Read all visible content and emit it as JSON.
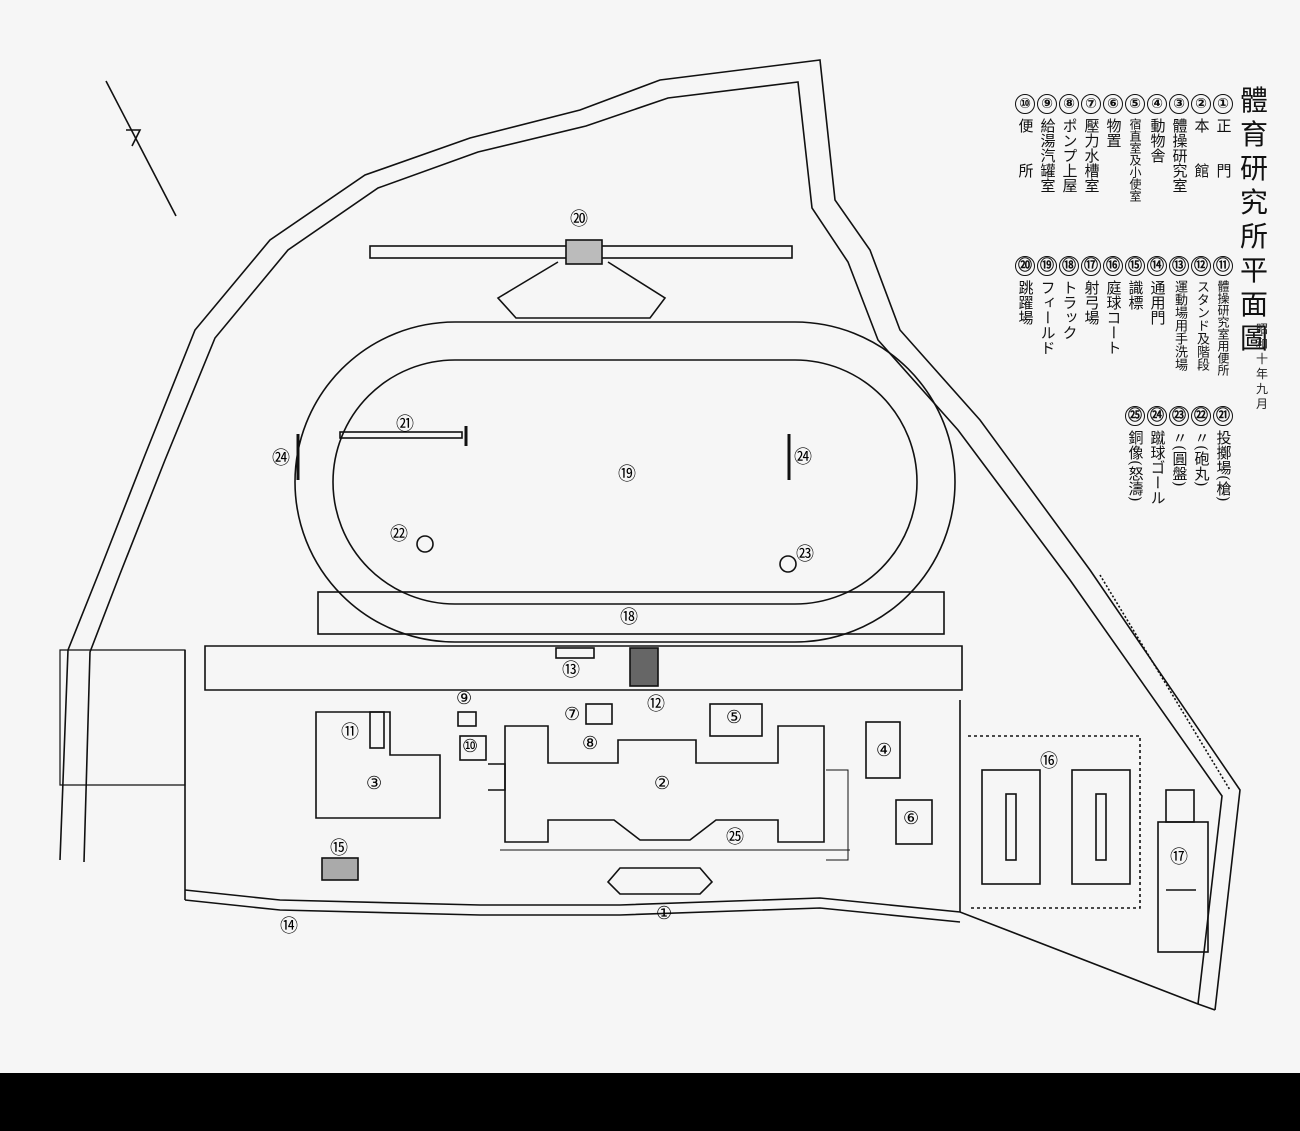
{
  "map": {
    "title": "體育研究所平面圖",
    "date": "昭和十年九月",
    "legend": [
      {
        "num": "①",
        "label": "正　　門"
      },
      {
        "num": "②",
        "label": "本　　館"
      },
      {
        "num": "③",
        "label": "體操研究室"
      },
      {
        "num": "④",
        "label": "動物舎"
      },
      {
        "num": "⑤",
        "label": "宿直室及小使室"
      },
      {
        "num": "⑥",
        "label": "物置"
      },
      {
        "num": "⑦",
        "label": "壓力水槽室"
      },
      {
        "num": "⑧",
        "label": "ポンプ上屋"
      },
      {
        "num": "⑨",
        "label": "給湯汽罐室"
      },
      {
        "num": "⑩",
        "label": "便　　所"
      },
      {
        "num": "⑪",
        "label": "體操研究室用便所"
      },
      {
        "num": "⑫",
        "label": "スタンド及階段"
      },
      {
        "num": "⑬",
        "label": "運動場用手洗場"
      },
      {
        "num": "⑭",
        "label": "通用門"
      },
      {
        "num": "⑮",
        "label": "識標"
      },
      {
        "num": "⑯",
        "label": "庭球コート"
      },
      {
        "num": "⑰",
        "label": "射弓場"
      },
      {
        "num": "⑱",
        "label": "トラック"
      },
      {
        "num": "⑲",
        "label": "フィールド"
      },
      {
        "num": "⑳",
        "label": "跳躍場"
      },
      {
        "num": "㉑",
        "label": "投擲場(槍)"
      },
      {
        "num": "㉒",
        "label": "〃(砲丸)"
      },
      {
        "num": "㉓",
        "label": "〃(圓盤)"
      },
      {
        "num": "㉔",
        "label": "蹴球ゴール"
      },
      {
        "num": "㉕",
        "label": "銅像(怒濤)"
      }
    ],
    "markers": [
      "①",
      "②",
      "③",
      "④",
      "⑤",
      "⑥",
      "⑦",
      "⑧",
      "⑨",
      "⑩",
      "⑪",
      "⑫",
      "⑬",
      "⑭",
      "⑮",
      "⑯",
      "⑰",
      "⑱",
      "⑲",
      "⑳",
      "㉑",
      "㉒",
      "㉓",
      "㉔",
      "㉕"
    ]
  }
}
